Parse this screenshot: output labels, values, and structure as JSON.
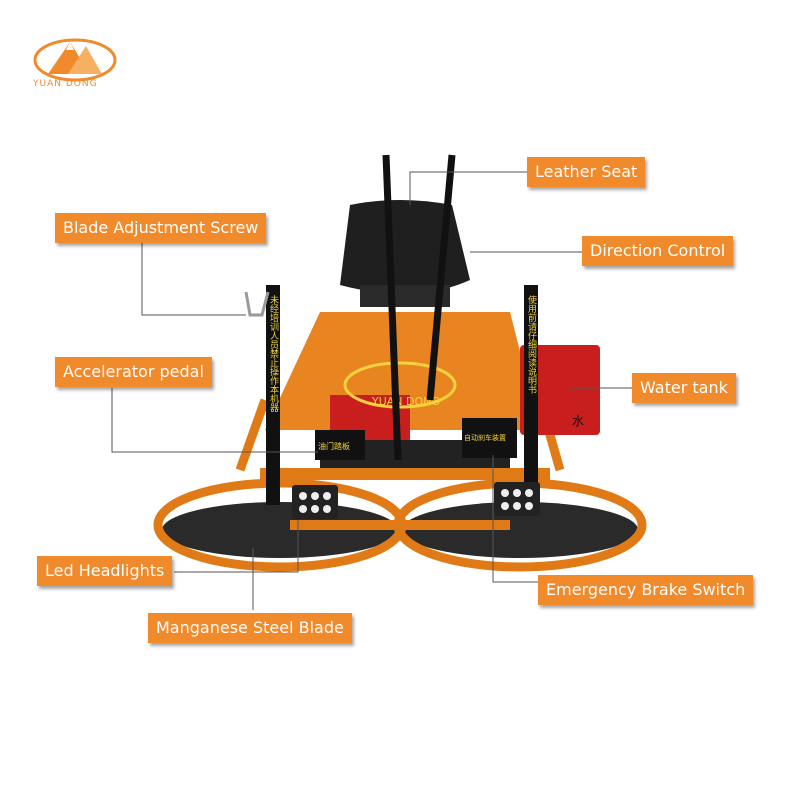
{
  "logo": {
    "text": "YUAN DONG"
  },
  "machine": {
    "brand_text": "YUAN DONG",
    "left_pole_text": "未经培训人员禁止操作本机器",
    "right_pole_text": "使用前请仔细阅读说明书",
    "throttle_label": "油门踏板",
    "brake_label": "自动刹车装置",
    "tank_label": "水"
  },
  "labels": {
    "leather_seat": "Leather Seat",
    "blade_adjustment_screw": "Blade Adjustment Screw",
    "direction_control": "Direction Control",
    "accelerator_pedal": "Accelerator pedal",
    "water_tank": "Water tank",
    "led_headlights": "Led Headlights",
    "emergency_brake_switch": "Emergency Brake Switch",
    "manganese_steel_blade": "Manganese Steel Blade"
  },
  "colors": {
    "accent": "#f08a2a",
    "frame": "#e07a16",
    "seat": "#1f1f1f",
    "tank": "#c81e1e"
  }
}
